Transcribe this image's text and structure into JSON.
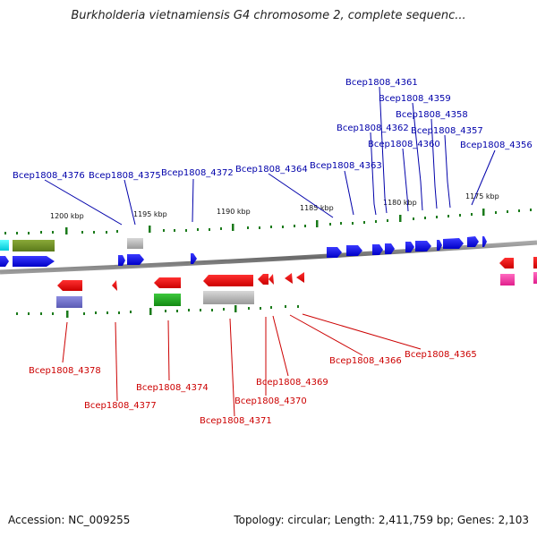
{
  "title": "Burkholderia vietnamiensis G4 chromosome 2, complete sequenc...",
  "footer": {
    "accession": "Accession: NC_009255",
    "topology": "Topology: circular; Length: 2,411,759 bp; Genes: 2,103"
  },
  "colors": {
    "forward_label": "#0000aa",
    "reverse_label": "#cc0000",
    "tick": "#1a7a1a",
    "backbone": "#808080"
  },
  "kbp_ticks": [
    "1200 kbp",
    "1195 kbp",
    "1190 kbp",
    "1185 kbp",
    "1180 kbp",
    "1175 kbp"
  ],
  "forward_labels": [
    "Bcep1808_4376",
    "Bcep1808_4375",
    "Bcep1808_4372",
    "Bcep1808_4364",
    "Bcep1808_4363",
    "Bcep1808_4362",
    "Bcep1808_4361",
    "Bcep1808_4360",
    "Bcep1808_4359",
    "Bcep1808_4358",
    "Bcep1808_4357",
    "Bcep1808_4356"
  ],
  "reverse_labels": [
    "Bcep1808_4378",
    "Bcep1808_4377",
    "Bcep1808_4374",
    "Bcep1808_4371",
    "Bcep1808_4370",
    "Bcep1808_4369",
    "Bcep1808_4366",
    "Bcep1808_4365"
  ]
}
